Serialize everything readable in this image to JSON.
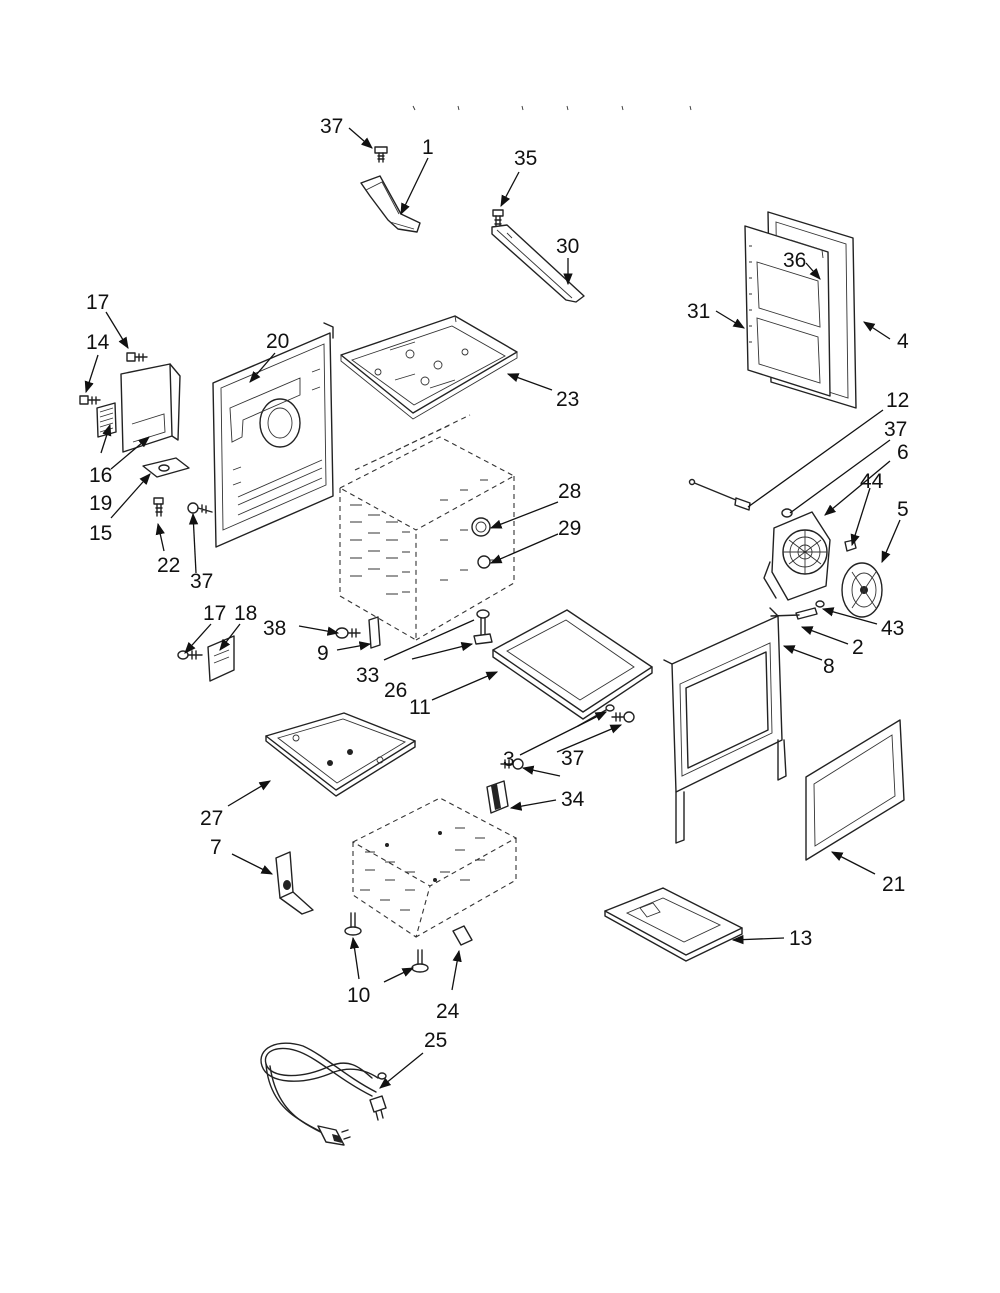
{
  "diagram": {
    "callouts": [
      "37",
      "1",
      "35",
      "30",
      "36",
      "31",
      "4",
      "17",
      "14",
      "20",
      "23",
      "12",
      "37",
      "16",
      "19",
      "15",
      "6",
      "44",
      "5",
      "28",
      "29",
      "22",
      "37",
      "17",
      "18",
      "38",
      "9",
      "43",
      "2",
      "8",
      "33",
      "26",
      "11",
      "3",
      "37",
      "34",
      "27",
      "7",
      "21",
      "13",
      "10",
      "24",
      "25"
    ]
  }
}
